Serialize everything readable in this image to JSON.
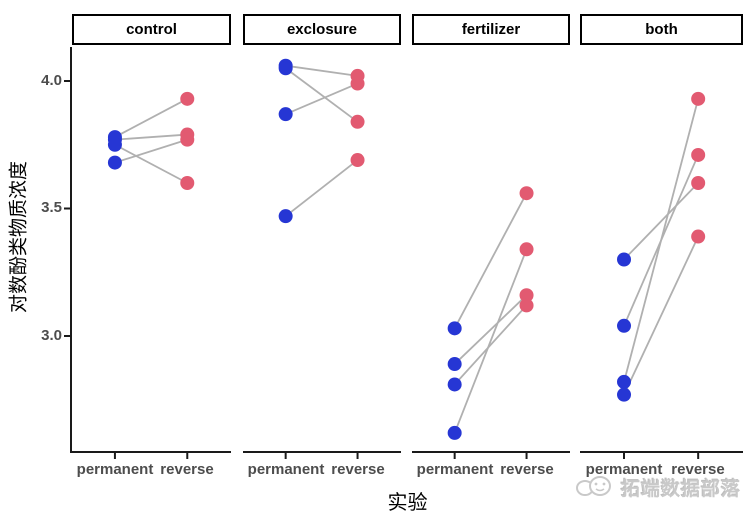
{
  "chart_data": {
    "type": "scatter",
    "subtype": "paired-dot-plot-with-connecting-lines, 4 facets",
    "xlabel": "实验",
    "ylabel": "对数酚类物质浓度",
    "x_categories": [
      "permanent",
      "reverse"
    ],
    "y_ticks": [
      "4.0",
      "3.5",
      "3.0"
    ],
    "y_tick_values": [
      4.0,
      3.5,
      3.0
    ],
    "ylim": [
      2.55,
      4.13
    ],
    "grid": "off",
    "legend": "none",
    "facets": [
      {
        "label": "control",
        "pairs": [
          [
            3.78,
            3.93
          ],
          [
            3.77,
            3.79
          ],
          [
            3.75,
            3.6
          ],
          [
            3.68,
            3.77
          ]
        ]
      },
      {
        "label": "exclosure",
        "pairs": [
          [
            4.06,
            4.02
          ],
          [
            4.05,
            3.84
          ],
          [
            3.87,
            3.99
          ],
          [
            3.47,
            3.69
          ]
        ]
      },
      {
        "label": "fertilizer",
        "pairs": [
          [
            3.03,
            3.56
          ],
          [
            2.89,
            3.16
          ],
          [
            2.81,
            3.12
          ],
          [
            2.62,
            3.34
          ]
        ]
      },
      {
        "label": "both",
        "pairs": [
          [
            3.3,
            3.6
          ],
          [
            3.04,
            3.71
          ],
          [
            2.82,
            3.93
          ],
          [
            2.77,
            3.39
          ]
        ]
      }
    ],
    "colors": {
      "permanent_point": "#2636d4",
      "reverse_point": "#e25a71",
      "pair_line": "#b0b0b0",
      "axis_line": "#1a1a1a",
      "axis_text": "#4d4d4d"
    }
  },
  "watermark": {
    "text": "拓端数据部落"
  }
}
